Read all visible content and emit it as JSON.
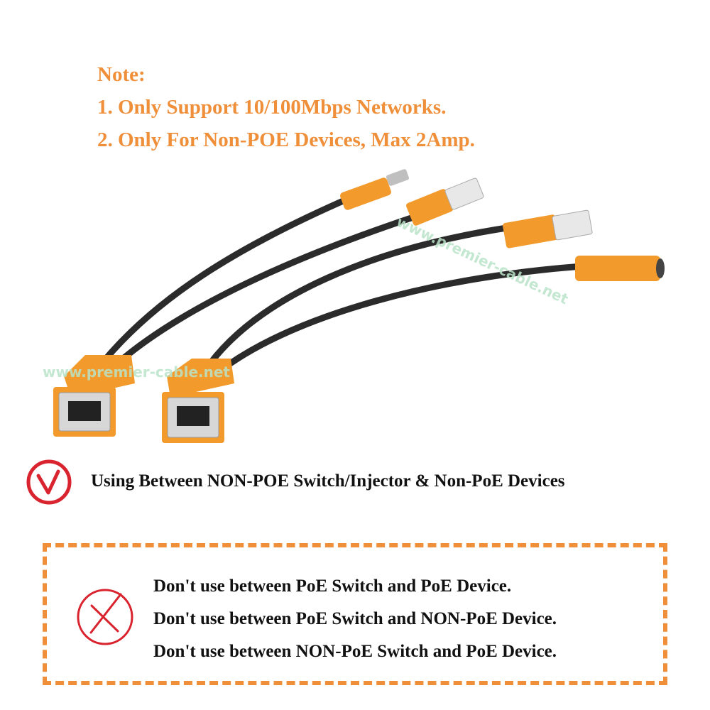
{
  "note": {
    "heading": "Note:",
    "line1": "1. Only Support 10/100Mbps Networks.",
    "line2": "2. Only For Non-POE Devices, Max 2Amp."
  },
  "watermarks": [
    "www.premier-cable.net",
    "www.premier-cable.net"
  ],
  "supported": {
    "icon": "check-circle-icon",
    "text": "Using Between NON-POE Switch/Injector & Non-PoE Devices"
  },
  "not_supported": {
    "icon": "cross-circle-icon",
    "lines": [
      "Don't use between PoE Switch and PoE Device.",
      "Don't use between PoE Switch and NON-PoE Device.",
      "Don't use between NON-PoE Switch and PoE Device."
    ]
  },
  "colors": {
    "accent_orange": "#ef8f3a",
    "icon_red": "#d9232e",
    "cable_black": "#2b2b2b",
    "watermark": "#b9e3c8"
  }
}
